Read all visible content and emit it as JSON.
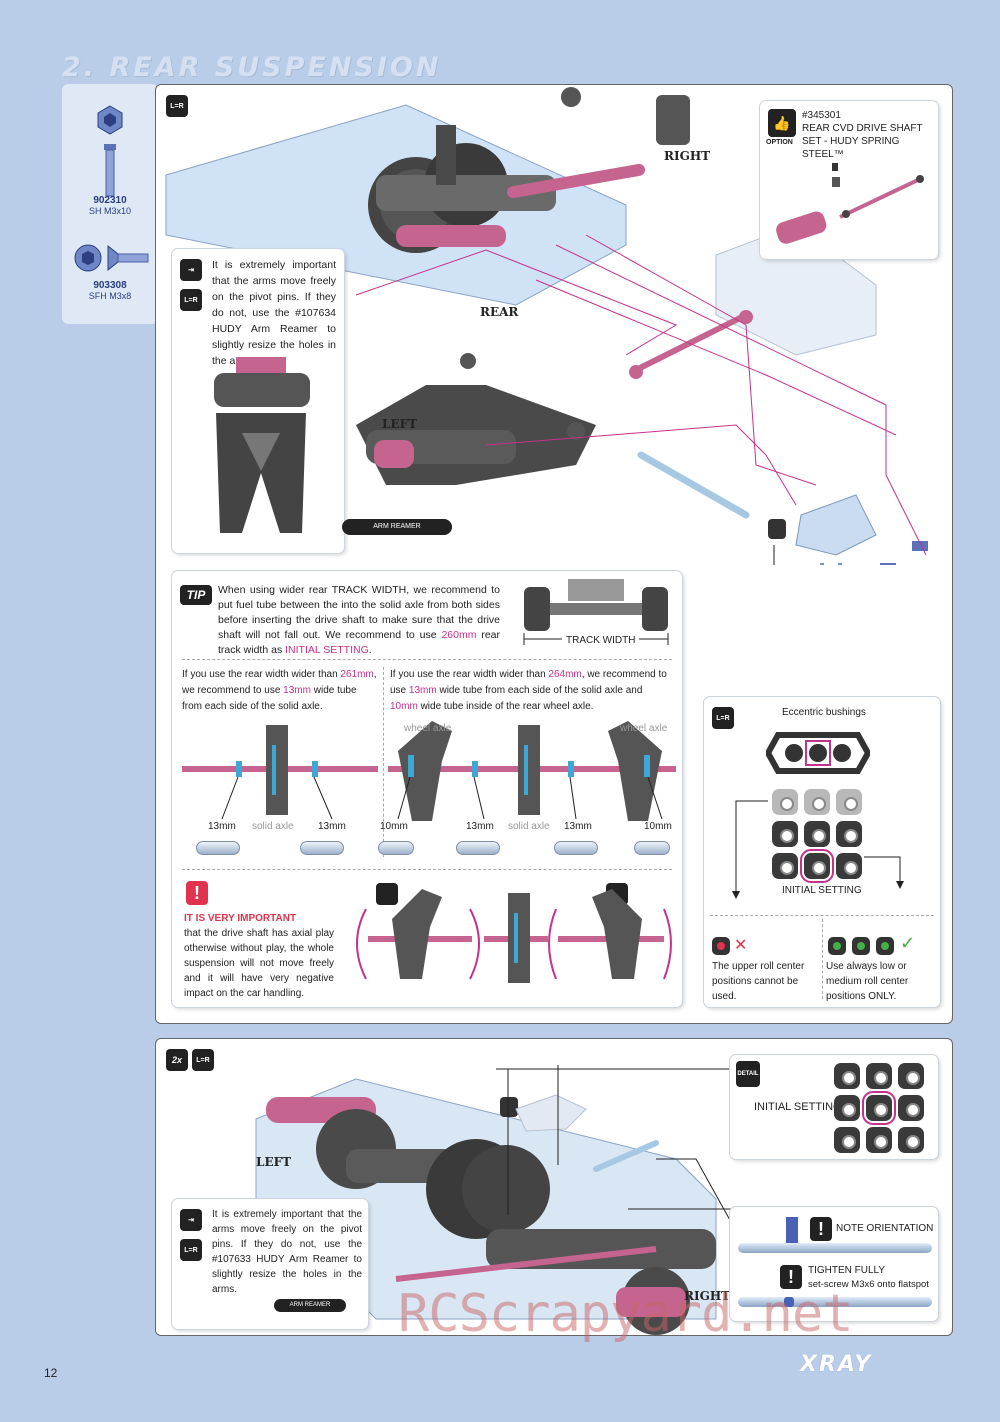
{
  "section_title": "2. REAR SUSPENSION",
  "parts": [
    {
      "code": "902310",
      "desc": "SH M3x10"
    },
    {
      "code": "903308",
      "desc": "SFH M3x8"
    }
  ],
  "icons": {
    "l_eq_r": "L=R",
    "option": "OPTION",
    "detail": "DETAIL",
    "tip": "TIP",
    "two_x": "2x",
    "exclaim": "!"
  },
  "step1": {
    "label_right": "RIGHT",
    "label_rear": "REAR",
    "label_left": "LEFT",
    "arm_note": "It is extremely important that the arms move freely on the pivot pins. If they do not, use the #107634 HUDY Arm Reamer to slightly resize the holes in the arms.",
    "reamer_label": "ARM REAMER",
    "option": {
      "code": "#345301",
      "name": "REAR CVD DRIVE SHAFT SET - HUDY SPRING STEEL™"
    },
    "tip": {
      "text_a": "When using wider rear TRACK WIDTH, we recommend to put fuel tube between the into the solid axle from both sides before inserting the drive shaft to make sure that the drive shaft will not fall out. We recommend to use ",
      "text_b": "260mm",
      "text_c": " rear track width as ",
      "text_d": "INITIAL SETTING",
      "text_e": ".",
      "track_width": "TRACK WIDTH"
    },
    "width_note_1": {
      "a": "If you use the rear width wider than ",
      "b": "261mm",
      "c": ", we recommend to use ",
      "d": "13mm",
      "e": " wide tube from each side of the solid axle."
    },
    "width_note_2": {
      "a": "If you use the rear width wider than ",
      "b": "264mm",
      "c": ", we recommend to use ",
      "d": "13mm",
      "e": " wide tube from each side of the solid axle and ",
      "f": "10mm",
      "g": " wide tube inside of the rear wheel axle."
    },
    "diagram_labels": {
      "wheel_axle": "wheel axle",
      "solid_axle": "solid axle",
      "mm13": "13mm",
      "mm10": "10mm"
    },
    "important": {
      "title": "IT IS VERY IMPORTANT",
      "text": "that the drive shaft has axial play otherwise without play, the whole suspension will not move freely and it will have very negative impact on the car handling."
    },
    "eccentric": {
      "title": "Eccentric bushings",
      "initial": "INITIAL SETTING",
      "bad_note": "The upper roll center positions cannot be used.",
      "good_note": "Use always low or medium roll center positions ONLY.",
      "cross": "✕",
      "check": "✓"
    }
  },
  "step2": {
    "label_left": "LEFT",
    "label_right": "RIGHT",
    "arm_note": "It is extremely important that the arms move freely on the pivot pins. If they do not, use the #107633 HUDY Arm Reamer to slightly resize the holes in the arms.",
    "reamer_label": "ARM REAMER",
    "initial": "INITIAL SETTING",
    "note_orientation": "NOTE ORIENTATION",
    "tighten": "TIGHTEN FULLY",
    "setscrew": "set-screw M3x6 onto flatspot"
  },
  "page_number": "12",
  "watermark": "RCScrapyard.net",
  "brand": "XRAY",
  "colors": {
    "accent": "#c5318b",
    "background": "#b9cde9",
    "warning": "#e0334d"
  }
}
